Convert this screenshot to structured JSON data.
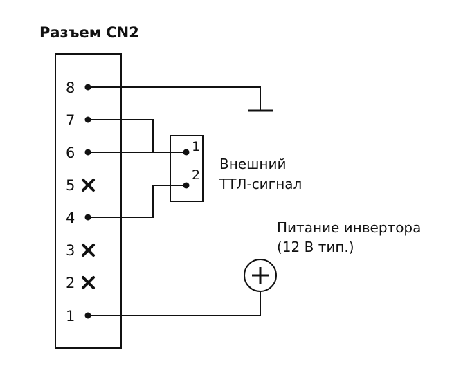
{
  "title": "Разъем CN2",
  "pins": [
    {
      "label": "8",
      "state": "connected"
    },
    {
      "label": "7",
      "state": "connected"
    },
    {
      "label": "6",
      "state": "connected"
    },
    {
      "label": "5",
      "state": "not-connected"
    },
    {
      "label": "4",
      "state": "connected"
    },
    {
      "label": "3",
      "state": "not-connected"
    },
    {
      "label": "2",
      "state": "not-connected"
    },
    {
      "label": "1",
      "state": "connected"
    }
  ],
  "ttl_connector": {
    "pin1": "1",
    "pin2": "2",
    "label_line1": "Внешний",
    "label_line2": "ТТЛ-сигнал"
  },
  "power": {
    "label_line1": "Питание инвертора",
    "label_line2": "(12 В тип.)",
    "symbol": "+"
  },
  "ground_symbol": "ground-icon",
  "colors": {
    "line": "#111111",
    "background": "#ffffff"
  }
}
